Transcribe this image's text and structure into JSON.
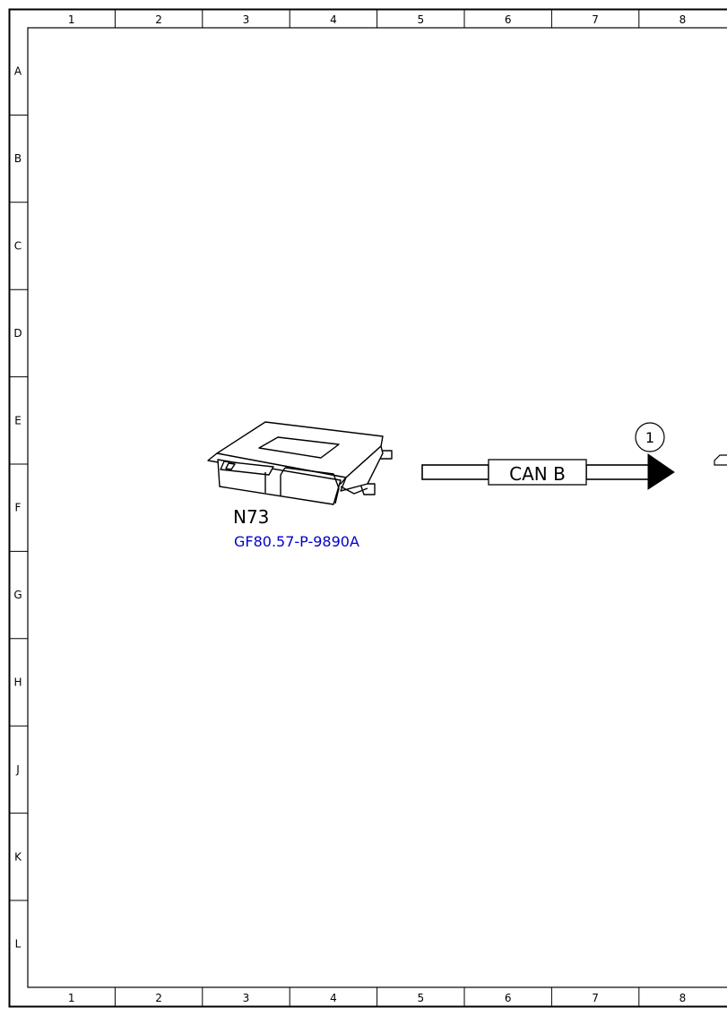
{
  "frame": {
    "columns": [
      "1",
      "2",
      "3",
      "4",
      "5",
      "6",
      "7",
      "8"
    ],
    "rows": [
      "A",
      "B",
      "C",
      "D",
      "E",
      "F",
      "G",
      "H",
      "J",
      "K",
      "L"
    ]
  },
  "component": {
    "code": "N73",
    "reference": "GF80.57-P-9890A",
    "reference_color": "#0000cc"
  },
  "bus": {
    "label": "CAN B",
    "connector_number": "1"
  }
}
